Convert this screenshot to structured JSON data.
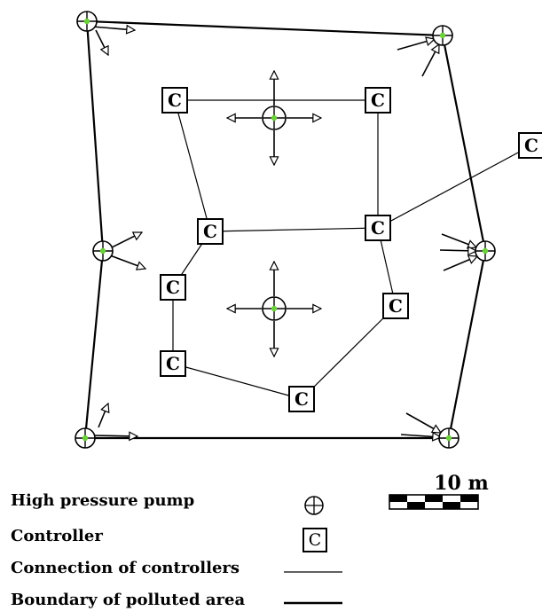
{
  "controller_symbol": "C",
  "pump_center_color": "#6bd13a",
  "scale_bar": {
    "label": "10 m"
  },
  "legend": {
    "pump": "High pressure pump",
    "controller": "Controller",
    "connection": "Connection of controllers",
    "boundary": "Boundary of polluted area"
  }
}
